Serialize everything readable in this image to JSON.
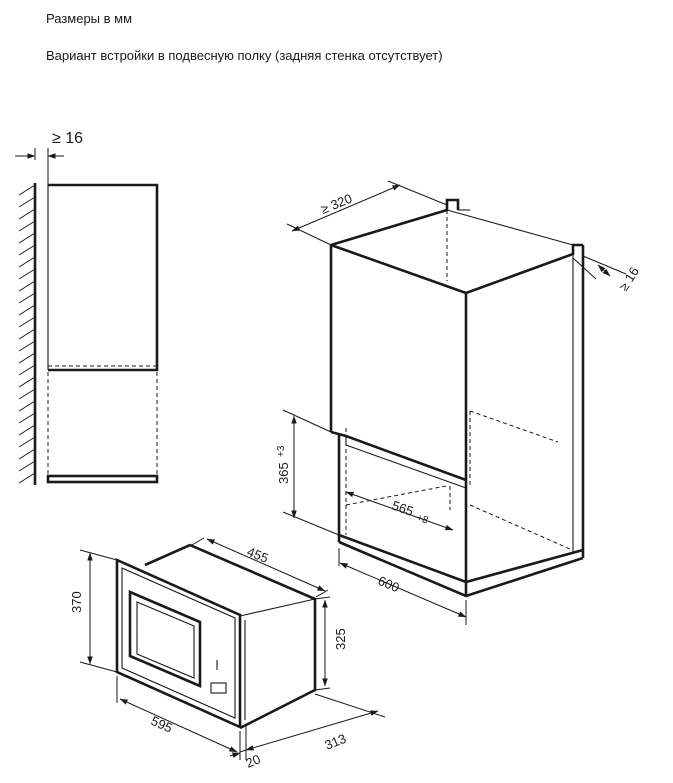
{
  "captions": {
    "units": "Размеры в мм",
    "variant": "Вариант встройки в подвесную полку (задняя стенка отсутствует)"
  },
  "dimensions": {
    "wall_gap": "≥ 16",
    "shelf_depth": "≥ 320",
    "side_gap": "≥ 16",
    "niche_height": "365",
    "niche_height_tol": "+3",
    "niche_width": "565",
    "niche_width_tol": "+8",
    "cabinet_width": "600",
    "oven_height": "370",
    "oven_body_height": "325",
    "oven_depth": "455",
    "oven_width": "595",
    "frame_depth": "20",
    "body_depth": "313"
  }
}
